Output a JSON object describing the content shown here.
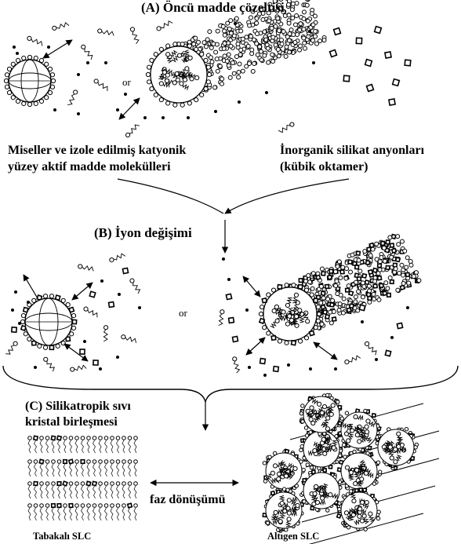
{
  "diagram": {
    "title_a": "(A) Öncü madde çözeltisi",
    "title_b": "(B) İyon değişimi",
    "title_c_line1": "(C) Silikatropik sıvı",
    "title_c_line2": "kristal birleşmesi",
    "left_caption_line1": "Miseller ve izole edilmiş katyonik",
    "left_caption_line2": "yüzey aktif madde molekülleri",
    "right_caption_line1": "İnorganik silikat anyonları",
    "right_caption_line2": "(kübik oktamer)",
    "or_top": "or",
    "or_middle": "or",
    "phase_label": "faz dönüşümü",
    "lamellar_label": "Tabakalı SLC",
    "hexagonal_label": "Altıgen SLC"
  },
  "colors": {
    "ink": "#000000",
    "paper": "#ffffff"
  }
}
